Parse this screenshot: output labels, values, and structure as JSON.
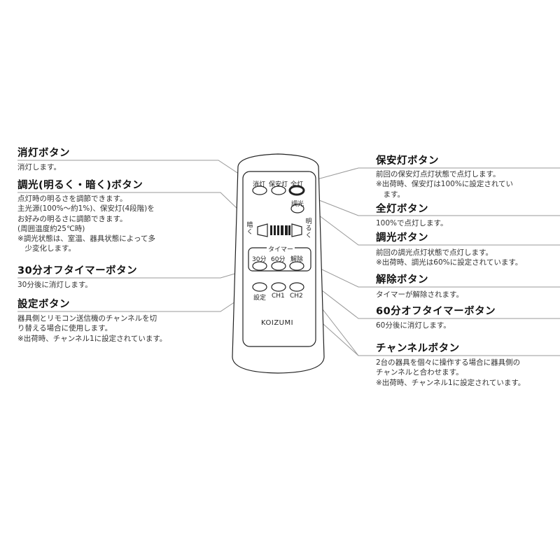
{
  "remote": {
    "brand": "KOIZUMI",
    "buttons": {
      "off": "消灯",
      "night_light": "保安灯",
      "full": "全灯",
      "dimmer": "調光",
      "dark": "暗く",
      "bright": "明るく",
      "timer_group": "タイマー",
      "timer30": "30分",
      "timer60": "60分",
      "cancel": "解除",
      "setting": "設定",
      "ch1": "CH1",
      "ch2": "CH2"
    }
  },
  "left": [
    {
      "title": "消灯ボタン",
      "body": "消灯します。"
    },
    {
      "title": "調光(明るく・暗く)ボタン",
      "body": "点灯時の明るさを調節できます。\n主光源(100%〜約1%)、保安灯(4段階)を\nお好みの明るさに調節できます。\n(周囲温度約25℃時)\n※調光状態は、室温、器具状態によって多\n　少変化します。"
    },
    {
      "title": "30分オフタイマーボタン",
      "body": "30分後に消灯します。"
    },
    {
      "title": "設定ボタン",
      "body": "器具側とリモコン送信機のチャンネルを切\nり替える場合に使用します。\n※出荷時、チャンネル1に設定されています。"
    }
  ],
  "right": [
    {
      "title": "保安灯ボタン",
      "body": "前回の保安灯点灯状態で点灯します。\n※出荷時、保安灯は100%に設定されてい\n　ます。"
    },
    {
      "title": "全灯ボタン",
      "body": "100%で点灯します。"
    },
    {
      "title": "調光ボタン",
      "body": "前回の調光点灯状態で点灯します。\n※出荷時、調光は60%に設定されています。"
    },
    {
      "title": "解除ボタン",
      "body": "タイマーが解除されます。"
    },
    {
      "title": "60分オフタイマーボタン",
      "body": "60分後に消灯します。"
    },
    {
      "title": "チャンネルボタン",
      "body": "2台の器具を個々に操作する場合に器具側の\nチャンネルと合わせます。\n※出荷時、チャンネル1に設定されています。"
    }
  ]
}
